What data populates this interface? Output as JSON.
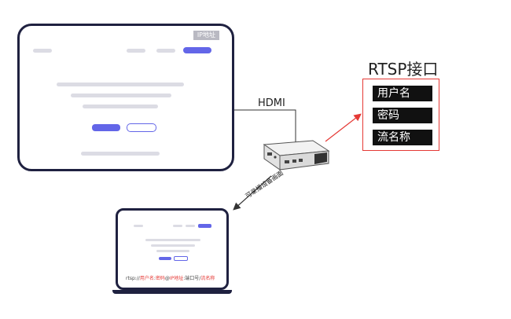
{
  "monitor": {
    "ip_tag": "IP地址"
  },
  "cable_label": "HDMI",
  "rtsp": {
    "title": "RTSP接口",
    "items": [
      "用户名",
      "密码",
      "流名称"
    ]
  },
  "stream_label": "可录播设备画面",
  "laptop": {
    "url_prefix": "rtsp://",
    "url_user": "用户名",
    "url_sep1": ":",
    "url_pass": "密码",
    "url_at": "@",
    "url_ip": "IP地址",
    "url_port": ":端口号",
    "url_slash": "/",
    "url_stream": "流名称"
  },
  "colors": {
    "accent": "#6366e8",
    "frame": "#1f2140",
    "red": "#e53935"
  }
}
